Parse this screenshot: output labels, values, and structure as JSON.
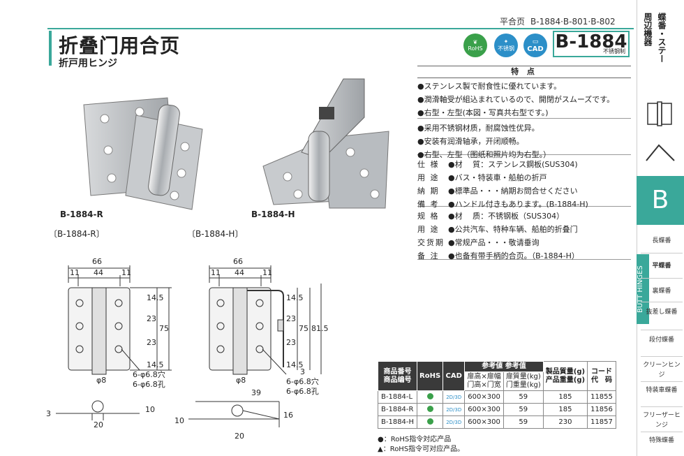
{
  "crumb": {
    "category": "平合页",
    "codes": "B-1884·B-801·B-802"
  },
  "title": "折叠门用合页",
  "subtitle": "折戸用ヒンジ",
  "badges": {
    "rohs": "RoHS",
    "stainless": "不锈钢",
    "cad": "CAD"
  },
  "model": {
    "code": "B-1884",
    "material": "不锈钢制"
  },
  "side": {
    "cat_a": "蝶番・ステー",
    "cat_b": "周辺機器",
    "letter": "B",
    "butt": "BUTT HINGES",
    "items": [
      "長蝶番",
      "平蝶番",
      "裏蝶番",
      "抜差し蝶番",
      "段付蝶番",
      "クリーンヒンジ",
      "特装車蝶番",
      "フリーザーヒンジ",
      "特殊蝶番"
    ]
  },
  "features": {
    "head": "特 点",
    "jp": [
      "●ステンレス製で耐食性に優れています。",
      "●潤滑軸受が組込まれているので、開閉がスムーズです。",
      "●右型・左型(本図・写真共右型です。)"
    ],
    "cn": [
      "●采用不锈钢材质，耐腐蚀性优异。",
      "●安装有润滑轴承，开闭顺畅。",
      "●右型、左型（图纸和照片均为右型。）"
    ]
  },
  "spec_jp": [
    {
      "k": "仕 様",
      "v": "●材　 質：ステンレス鋼板(SUS304)"
    },
    {
      "k": "用 途",
      "v": "●バス・特装車・船舶の折戸"
    },
    {
      "k": "納 期",
      "v": "●標準品・・・納期お問合せください"
    },
    {
      "k": "備 考",
      "v": "●ハンドル付きもあります。(B-1884-H)"
    }
  ],
  "spec_cn": [
    {
      "k": "规 格",
      "v": "●材　 质：不锈钢板（SUS304）"
    },
    {
      "k": "用 途",
      "v": "●公共汽车、特种车辆、船舶的折叠门"
    },
    {
      "k": "交货期",
      "v": "●常规产品・・・敬请垂询"
    },
    {
      "k": "备 注",
      "v": "●也备有带手柄的合页。（B-1884-H）"
    }
  ],
  "photos": {
    "r": "B-1884-R",
    "h": "B-1884-H"
  },
  "drawings": {
    "r_label": "〔B-1884-R〕",
    "h_label": "〔B-1884-H〕",
    "dims_top": [
      "66",
      "11",
      "44",
      "11"
    ],
    "dims_side": [
      "14.5",
      "23",
      "23",
      "14.5"
    ],
    "d75": "75",
    "d815": "81.5",
    "d3": "3",
    "d39": "39",
    "d16": "16",
    "d10": "10",
    "d20": "20",
    "phi8": "φ8",
    "holes_jp": "6-φ6.8穴",
    "holes_cn": "6-φ6.8孔"
  },
  "table": {
    "h_code": "商品番号\n商品编号",
    "h_rohs": "RoHS",
    "h_cad": "CAD",
    "h_ref": "参考値 参考值",
    "h_size": "扉高×扉幅\n门高×门宽",
    "h_dw": "扉質量(kg)\n门重量(kg)",
    "h_w": "製品質量(g)\n产品重量(g)",
    "h_cd": "コード\n代　码",
    "rows": [
      {
        "code": "B-1884-L",
        "cad": "2D/3D",
        "size": "600×300",
        "dw": "59",
        "w": "185",
        "cd": "11855"
      },
      {
        "code": "B-1884-R",
        "cad": "2D/3D",
        "size": "600×300",
        "dw": "59",
        "w": "185",
        "cd": "11856"
      },
      {
        "code": "B-1884-H",
        "cad": "2D/3D",
        "size": "600×300",
        "dw": "59",
        "w": "230",
        "cd": "11857"
      }
    ]
  },
  "legend": [
    "●：RoHS指令対応产品",
    "▲：RoHS指令可对应产品。"
  ],
  "colors": {
    "accent": "#3aa89a",
    "rohs": "#3aa04a",
    "blue": "#2c8fc8"
  }
}
